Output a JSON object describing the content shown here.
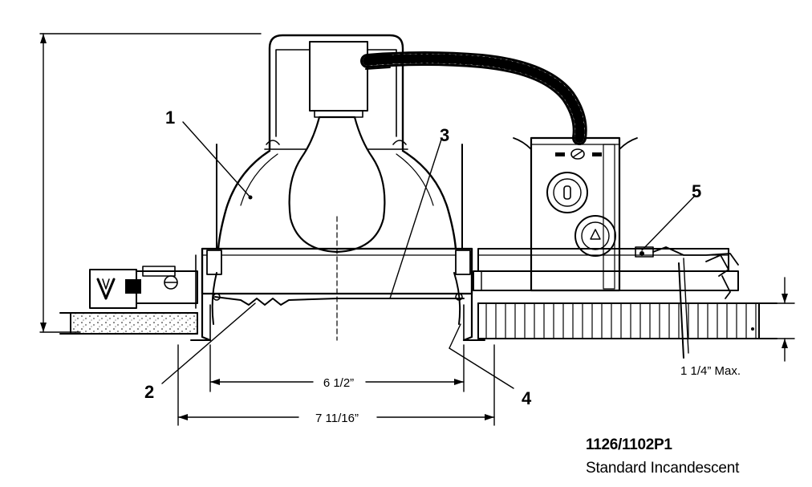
{
  "callouts": [
    "1",
    "2",
    "3",
    "4",
    "5"
  ],
  "dimensions": {
    "inner_width": "6 1/2”",
    "outer_width": "7 11/16”",
    "ceiling_max": "1 1/4”  Max."
  },
  "caption": {
    "model": "1126/1102P1",
    "description": "Standard Incandescent"
  }
}
